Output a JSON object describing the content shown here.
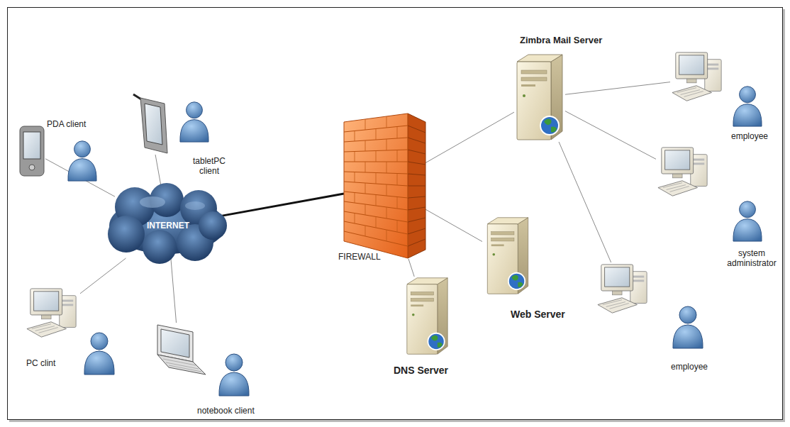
{
  "diagram": {
    "nodes": [
      {
        "text": [
          "PDA client"
        ]
      },
      {
        "text": [
          "tabletPC client"
        ]
      },
      {
        "text": [
          "INTERNET"
        ]
      },
      {
        "text": [
          "PC clint"
        ]
      },
      {
        "text": [
          "notebook client"
        ]
      },
      {
        "text": [
          "FIREWALL"
        ]
      },
      {
        "text": [
          "Zimbra Mail Server"
        ]
      },
      {
        "text": [
          "Web Server"
        ]
      },
      {
        "text": [
          "DNS Server"
        ]
      },
      {
        "text": [
          "employee"
        ]
      },
      {
        "text": [
          "system administrator"
        ]
      },
      {
        "text": [
          "employee"
        ]
      }
    ],
    "edges": [
      {
        "from": 0,
        "to": 2,
        "arrow": "none"
      },
      {
        "from": 1,
        "to": 2,
        "arrow": "none"
      },
      {
        "from": 3,
        "to": 2,
        "arrow": "none"
      },
      {
        "from": 4,
        "to": 2,
        "arrow": "none"
      },
      {
        "from": 2,
        "to": 5,
        "arrow": "none"
      },
      {
        "from": 5,
        "to": 6,
        "arrow": "none"
      },
      {
        "from": 5,
        "to": 7,
        "arrow": "none"
      },
      {
        "from": 5,
        "to": 8,
        "arrow": "none"
      },
      {
        "from": 6,
        "to": 9,
        "arrow": "none"
      },
      {
        "from": 6,
        "to": 10,
        "arrow": "none"
      },
      {
        "from": 6,
        "to": 11,
        "arrow": "none"
      }
    ]
  }
}
